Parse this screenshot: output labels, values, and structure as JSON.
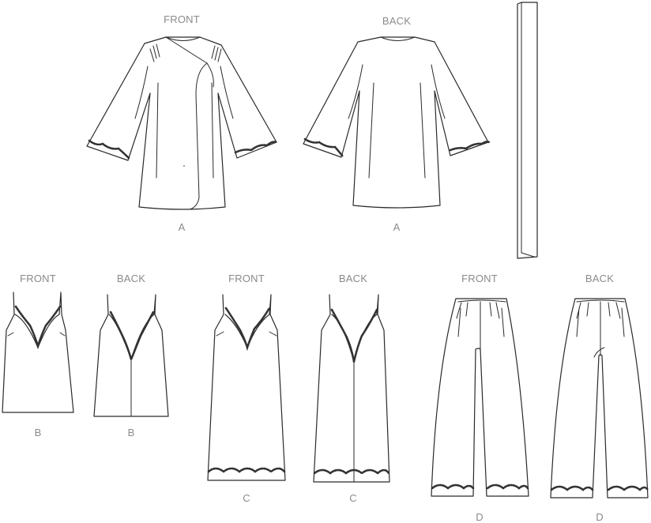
{
  "views": [
    {
      "id": "a-front",
      "label": "FRONT",
      "view": "A"
    },
    {
      "id": "a-back",
      "label": "BACK",
      "view": "A"
    },
    {
      "id": "b-front",
      "label": "FRONT",
      "view": "B"
    },
    {
      "id": "b-back",
      "label": "BACK",
      "view": "B"
    },
    {
      "id": "c-front",
      "label": "FRONT",
      "view": "C"
    },
    {
      "id": "c-back",
      "label": "BACK",
      "view": "C"
    },
    {
      "id": "d-front",
      "label": "FRONT",
      "view": "D"
    },
    {
      "id": "d-back",
      "label": "BACK",
      "view": "D"
    }
  ],
  "colors": {
    "line": "#2a2a2a",
    "label": "#8a8a8a",
    "background": "#ffffff"
  }
}
